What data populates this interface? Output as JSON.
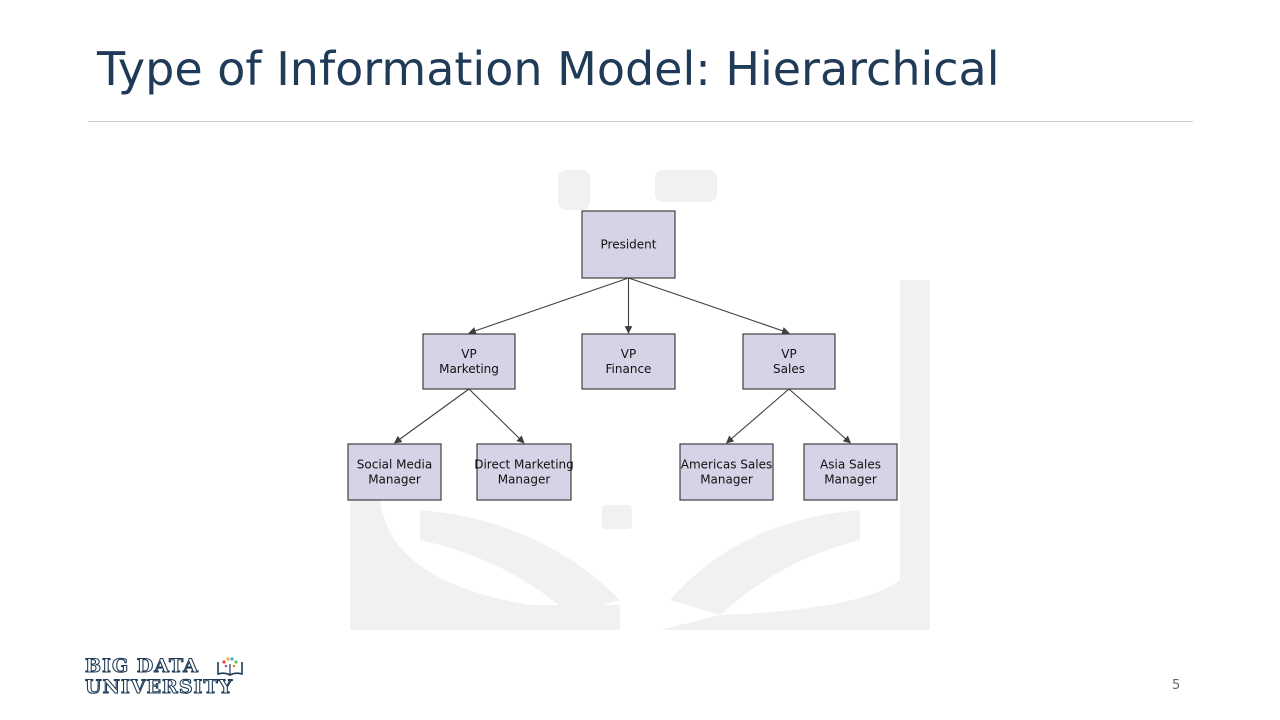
{
  "slide": {
    "title": "Type of Information Model: Hierarchical",
    "page_number": "5"
  },
  "logo": {
    "line1": "BIG DATA",
    "line2": "UNIVERSITY"
  },
  "diagram": {
    "nodes": {
      "president": [
        "President"
      ],
      "vp_marketing": [
        "VP",
        "Marketing"
      ],
      "vp_finance": [
        "VP",
        "Finance"
      ],
      "vp_sales": [
        "VP",
        "Sales"
      ],
      "social_media_manager": [
        "Social Media",
        "Manager"
      ],
      "direct_marketing_manager": [
        "Direct Marketing",
        "Manager"
      ],
      "americas_sales_manager": [
        "Americas Sales",
        "Manager"
      ],
      "asia_sales_manager": [
        "Asia Sales",
        "Manager"
      ]
    },
    "edges": [
      [
        "president",
        "vp_marketing"
      ],
      [
        "president",
        "vp_finance"
      ],
      [
        "president",
        "vp_sales"
      ],
      [
        "vp_marketing",
        "social_media_manager"
      ],
      [
        "vp_marketing",
        "direct_marketing_manager"
      ],
      [
        "vp_sales",
        "americas_sales_manager"
      ],
      [
        "vp_sales",
        "asia_sales_manager"
      ]
    ]
  }
}
